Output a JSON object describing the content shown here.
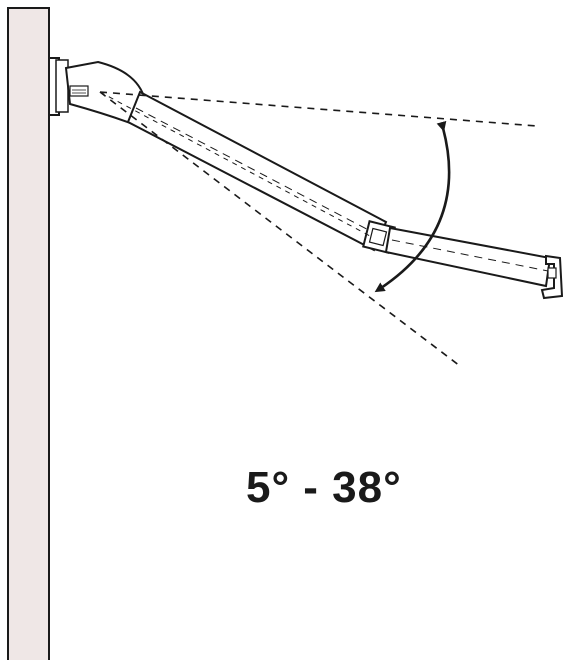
{
  "diagram": {
    "angle_range_label": "5° - 38°",
    "angle_min_deg": 5,
    "angle_max_deg": 38,
    "colors": {
      "wall_fill": "#efe7e6",
      "line": "#1a1a1a",
      "background": "#ffffff"
    }
  }
}
